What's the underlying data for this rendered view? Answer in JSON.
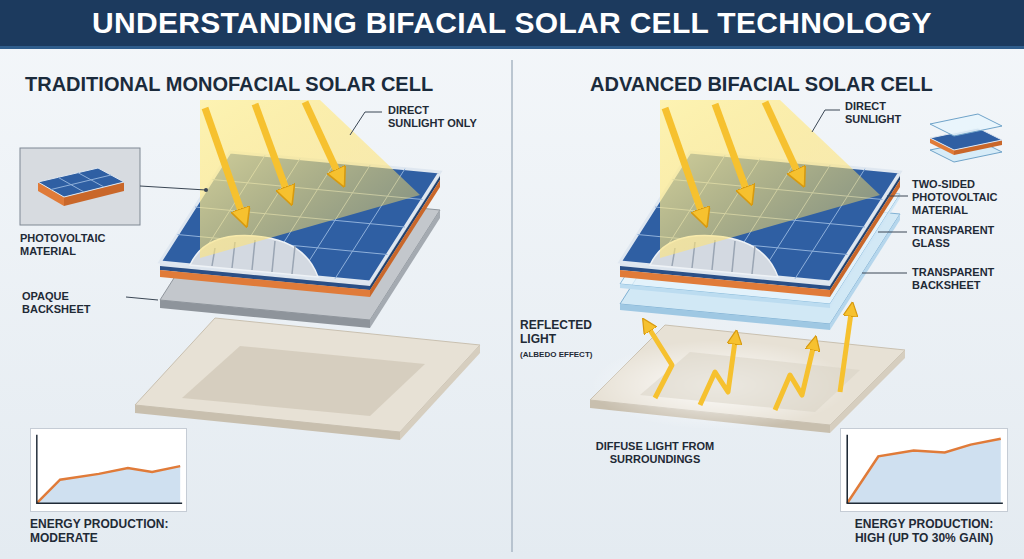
{
  "diagram": {
    "title": "UNDERSTANDING BIFACIAL SOLAR CELL TECHNOLOGY",
    "nodes": [
      {
        "text": [
          "TRADITIONAL MONOFACIAL SOLAR CELL"
        ]
      },
      {
        "text": [
          "ADVANCED BIFACIAL SOLAR CELL"
        ]
      },
      {
        "text": [
          "ENERGY PRODUCTION: MODERATE"
        ],
        "in": 0
      },
      {
        "text": [
          "ENERGY PRODUCTION: HIGH (UP TO 30% GAIN)"
        ],
        "in": 1
      }
    ],
    "labels": [
      "DIRECT SUNLIGHT ONLY",
      "PHOTOVOLTAIC MATERIAL",
      "OPAQUE BACKSHEET",
      "DIRECT SUNLIGHT",
      "TWO-SIDED PHOTOVOLTAIC MATERIAL",
      "TRANSPARENT GLASS",
      "TRANSPARENT BACKSHEET",
      "REFLECTED LIGHT",
      "(ALBEDO EFFECT)",
      "DIFFUSE LIGHT FROM SURROUNDINGS"
    ]
  }
}
